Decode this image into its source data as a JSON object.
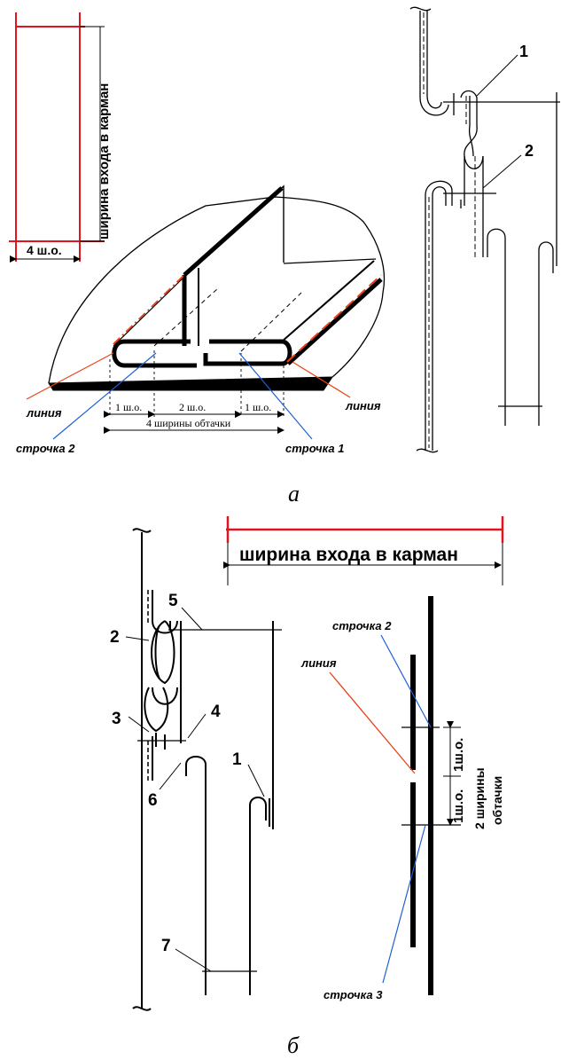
{
  "panel_a": {
    "caption": "а",
    "top_left": {
      "vertical_dimension": "ширина входа в карман",
      "width_dimension": "4 ш.о."
    },
    "fold": {
      "line_left": "линия",
      "line_right": "линия",
      "stitch_left": "строчка 2",
      "stitch_right": "строчка 1",
      "dim_1": "1 ш.о.",
      "dim_2": "2 ш.о.",
      "dim_3": "1 ш.о.",
      "dim_total": "4 ширины обтачки"
    },
    "section_numbers": [
      "1",
      "2"
    ]
  },
  "panel_b": {
    "caption": "б",
    "top_dimension": "ширина входа в карман",
    "section_numbers": [
      "5",
      "2",
      "3",
      "4",
      "6",
      "1",
      "7"
    ],
    "plan": {
      "stitch_top": "строчка 2",
      "line": "линия",
      "stitch_bottom": "строчка 3",
      "dim_a": "1ш.о.",
      "dim_b": "1ш.о.",
      "dim_total_1": "2 ширины",
      "dim_total_2": "обтачки"
    }
  },
  "colors": {
    "line_red": "#e8421a",
    "stitch_blue": "#1f5fd8",
    "dim_red": "#e0141e"
  }
}
